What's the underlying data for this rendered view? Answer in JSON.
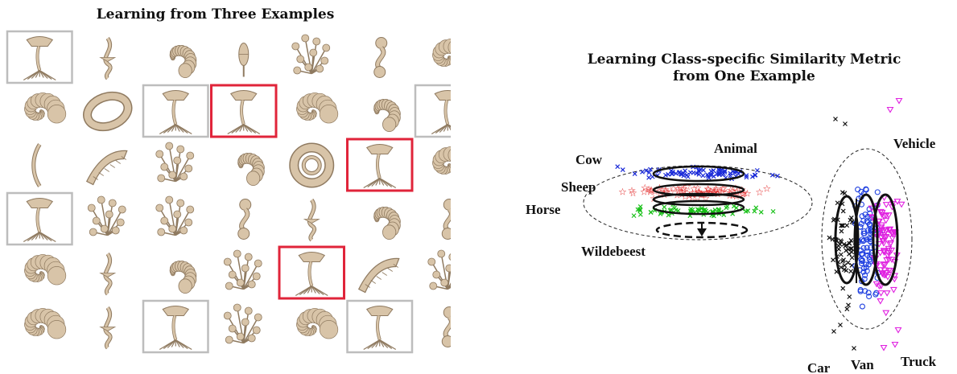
{
  "left_panel": {
    "title": "Learning from Three Examples",
    "rows": 6,
    "cols": 7,
    "shape_kinds": [
      [
        "tree",
        "twist",
        "spiral",
        "bulb",
        "bush",
        "blob",
        "shell"
      ],
      [
        "shell",
        "loop",
        "tree",
        "tree",
        "shell",
        "spiral",
        "tree"
      ],
      [
        "arc",
        "horn",
        "bush",
        "spiral",
        "ring",
        "tree",
        "shell"
      ],
      [
        "tree",
        "bush",
        "bush",
        "blob",
        "twist",
        "spiral",
        "blob"
      ],
      [
        "shell",
        "twist",
        "spiral",
        "bush",
        "tree",
        "horn",
        "bush"
      ],
      [
        "shell",
        "twist",
        "tree",
        "bush",
        "shell",
        "tree",
        "blob"
      ]
    ],
    "gray_boxes": [
      [
        0,
        0
      ],
      [
        1,
        2
      ],
      [
        1,
        6
      ],
      [
        3,
        0
      ],
      [
        5,
        2
      ],
      [
        5,
        5
      ]
    ],
    "red_boxes": [
      [
        1,
        3
      ],
      [
        2,
        5
      ],
      [
        4,
        4
      ]
    ],
    "colors": {
      "shape": "#d8c4a8",
      "shape_shade": "#8f7a60",
      "gray_box": "#bdbdbd",
      "red_box": "#e0243a"
    }
  },
  "right_panel": {
    "title_line1": "Learning Class-specific Similarity Metric",
    "title_line2": "from One Example",
    "labels": {
      "cow": "Cow",
      "sheep": "Sheep",
      "horse": "Horse",
      "wildebeest": "Wildebeest",
      "animal": "Animal",
      "vehicle": "Vehicle",
      "car": "Car",
      "van": "Van",
      "truck": "Truck"
    },
    "colors": {
      "cow": "#1a2ad8",
      "sheep": "#e01818",
      "horse": "#18c018",
      "car": "#111111",
      "van": "#2040e0",
      "truck": "#e020e0"
    }
  }
}
